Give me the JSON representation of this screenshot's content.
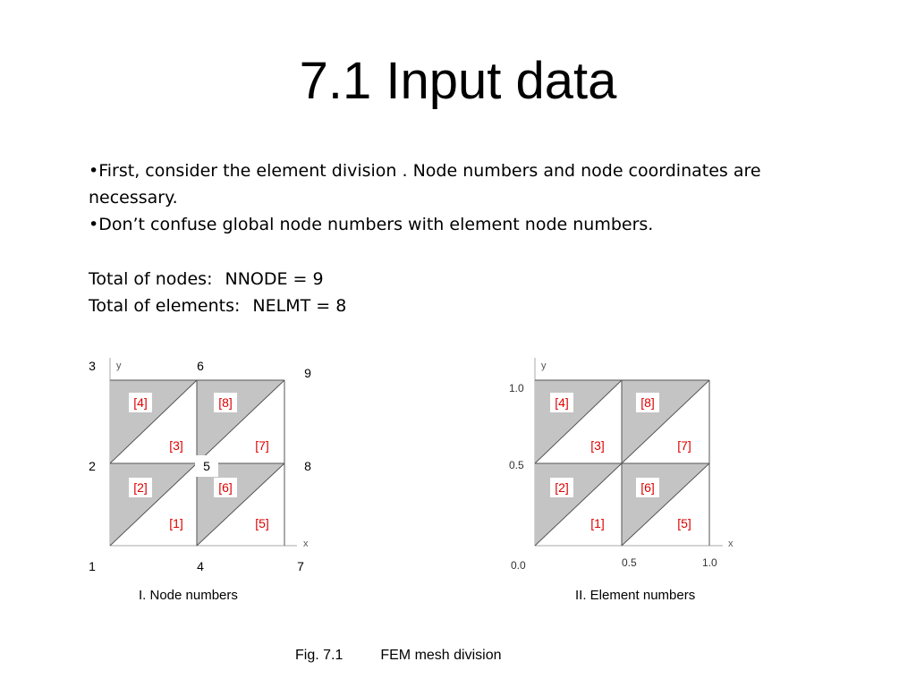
{
  "slide": {
    "title": "7.1 Input data",
    "bullets": [
      "•First, consider the element division . Node numbers and node coordinates are necessary.",
      "•Don’t confuse global node numbers with element node numbers."
    ],
    "totals": [
      {
        "label": "Total of nodes:",
        "value": "NNODE = 9"
      },
      {
        "label": "Total of elements:",
        "value": "NELMT = 8"
      }
    ]
  },
  "diagram_left": {
    "axis_y": "y",
    "axis_x": "x",
    "node_numbers": [
      "1",
      "2",
      "3",
      "4",
      "5",
      "6",
      "7",
      "8",
      "9"
    ],
    "element_labels": [
      "[1]",
      "[2]",
      "[3]",
      "[4]",
      "[5]",
      "[6]",
      "[7]",
      "[8]"
    ],
    "caption": "I.   Node numbers"
  },
  "diagram_right": {
    "axis_y": "y",
    "axis_x": "x",
    "y_ticks": [
      "1.0",
      "0.5",
      "0.0"
    ],
    "x_ticks": [
      "0.5",
      "1.0"
    ],
    "element_labels": [
      "[1]",
      "[2]",
      "[3]",
      "[4]",
      "[5]",
      "[6]",
      "[7]",
      "[8]"
    ],
    "caption": "II.  Element numbers"
  },
  "figure": {
    "number": "Fig. 7.1",
    "caption": "FEM mesh division"
  },
  "colors": {
    "shade": "#c4c4c4",
    "grid": "#555555",
    "axis": "#aaaaaa",
    "element_label": "#e00000"
  }
}
